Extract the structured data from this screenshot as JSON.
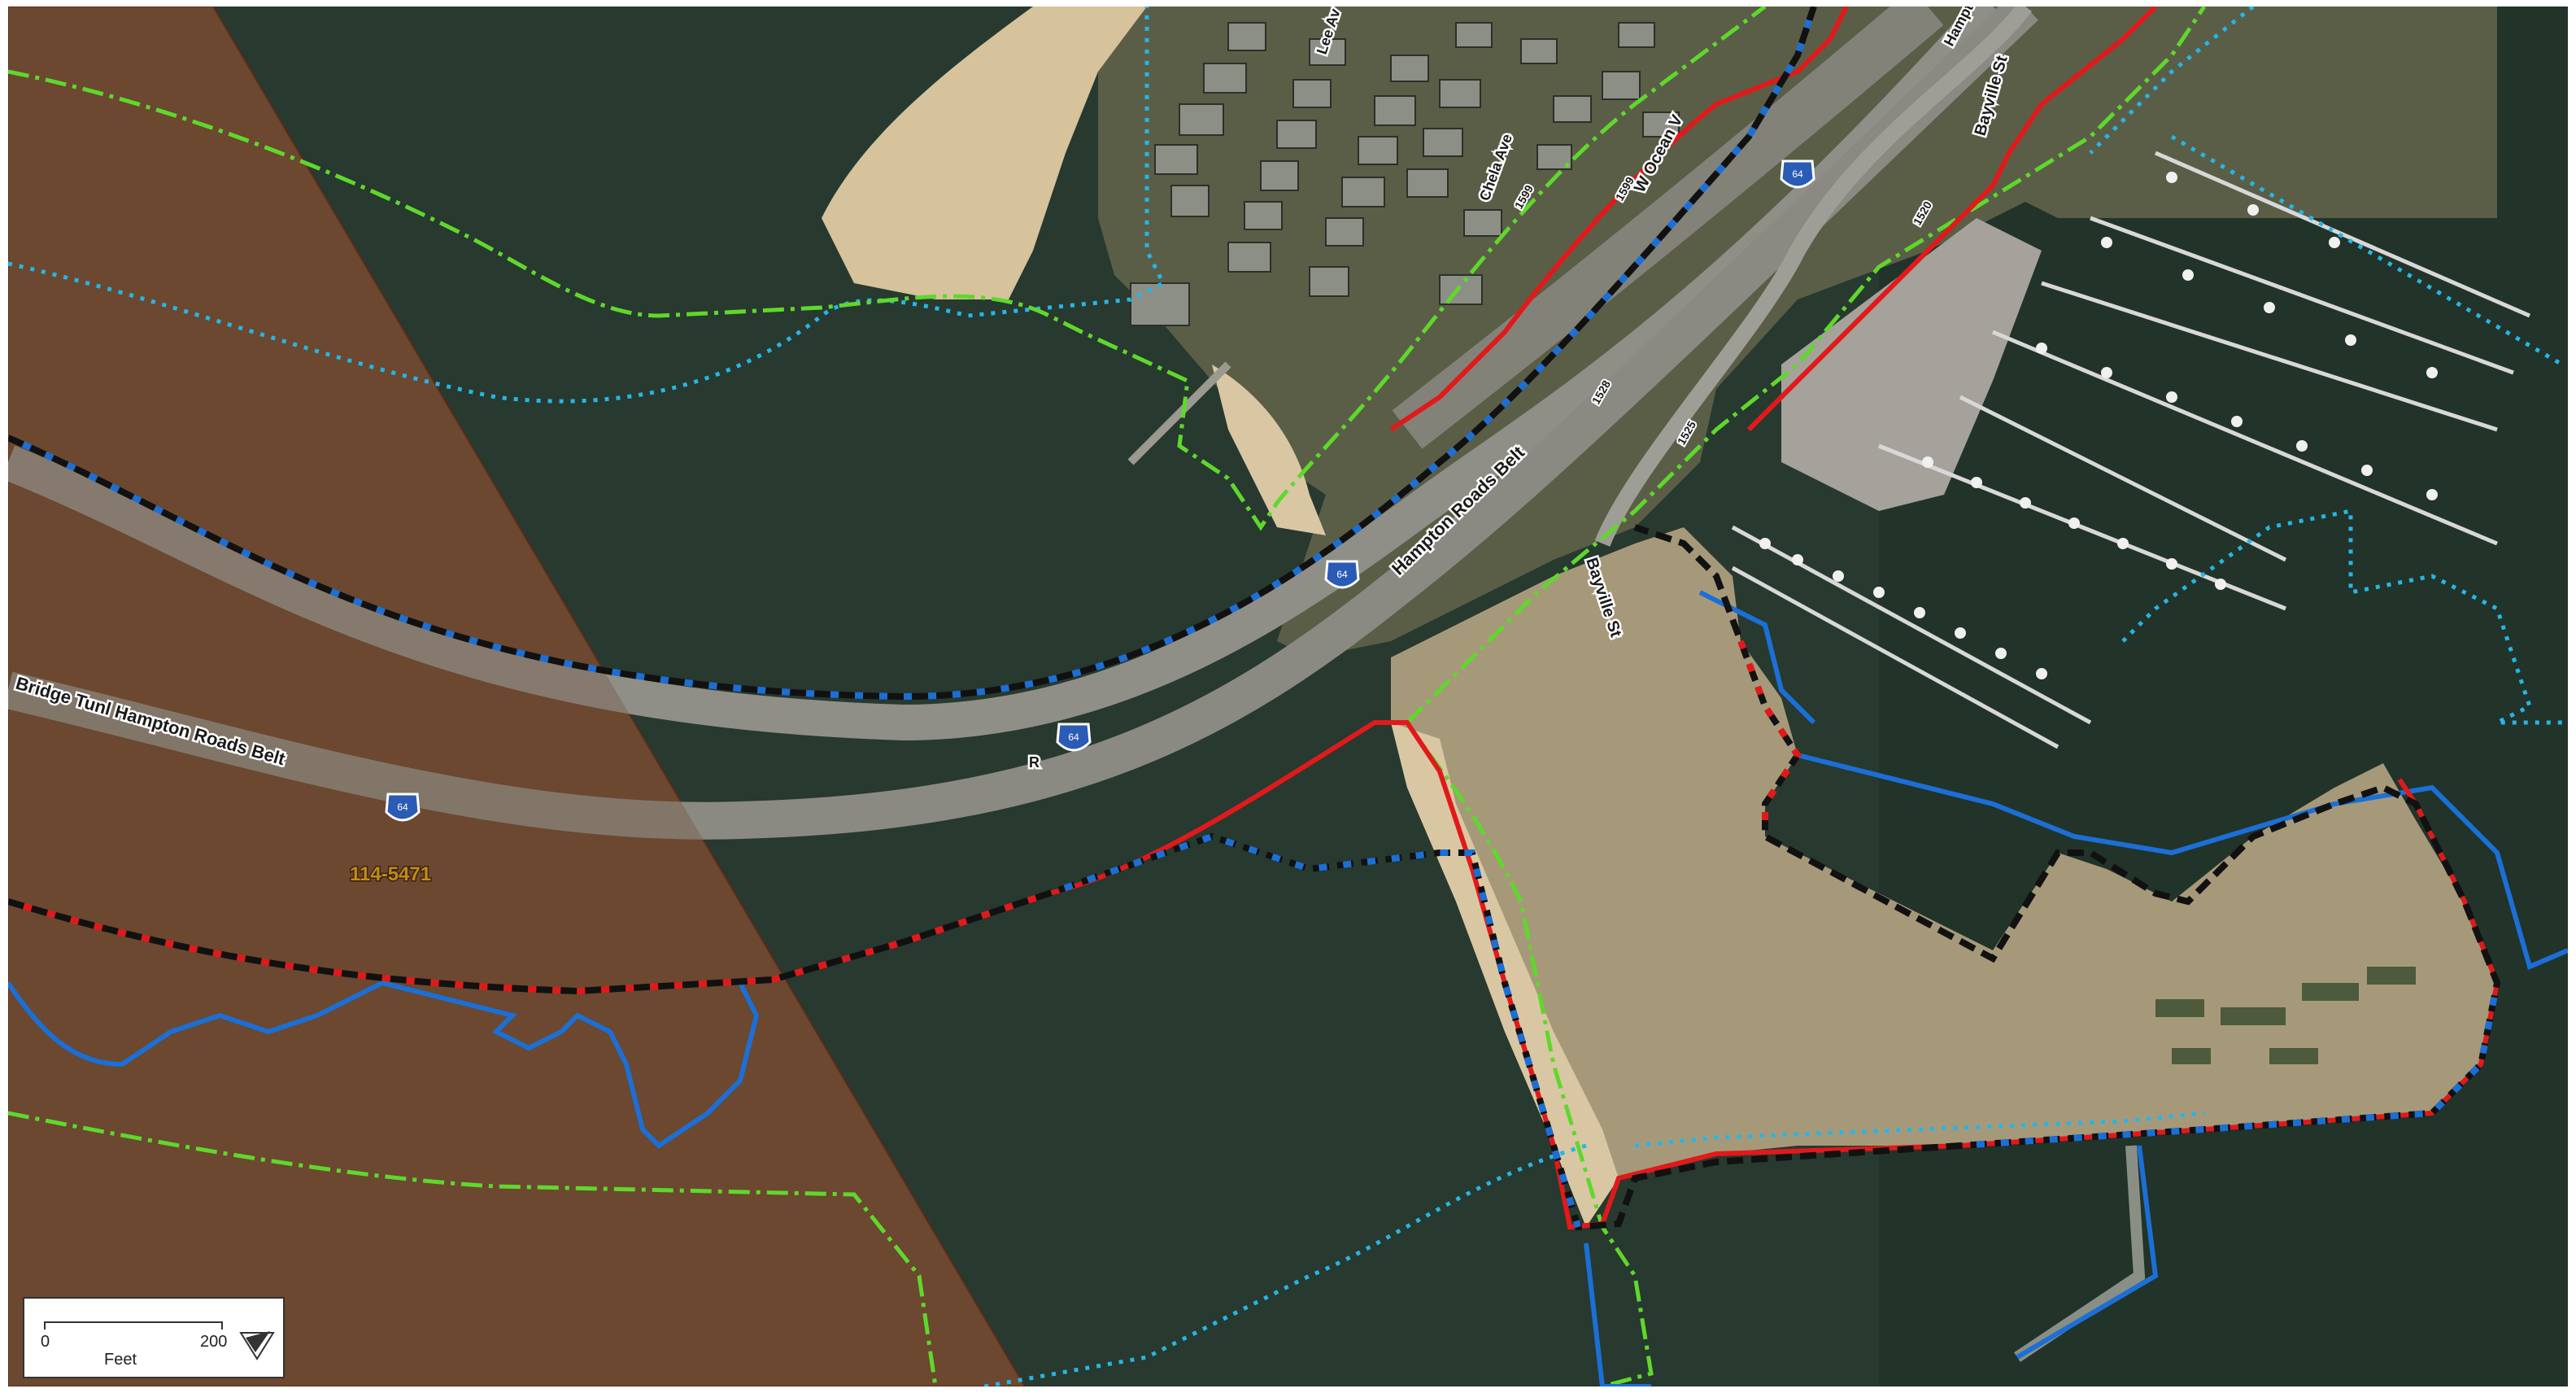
{
  "map": {
    "labels": {
      "bridge_tunnel": "Bridge  Tunl  Hampton  Roads  Belt",
      "hampton_roads_belt": "Hampton  Roads  Belt",
      "bayville_st_upper": "Bayville  St",
      "bayville_st_lower": "Bayville  St",
      "w_ocean_view": "W  Ocean  V",
      "chela_ave": "Chela  Ave",
      "lee_ave": "Lee  Av",
      "hampton_top": "Hampton",
      "zone_id": "114-5471",
      "route_1599": "1599",
      "route_1599b": "1599",
      "route_1525": "1525",
      "route_1520": "1520",
      "route_1528": "1528",
      "interstate_shield": "64",
      "bridge_fragment": "R"
    },
    "colors": {
      "water": "#28392f",
      "shaded_zone": "#7a5236",
      "land": "#a89c78",
      "beach": "#d9c7a3",
      "red_boundary": "#e2191b",
      "blue_line": "#1b6fd6",
      "cyan_dotted": "#25b6e6",
      "green_dashdot": "#5fd82c",
      "black_dashed": "#111111"
    }
  },
  "legend": {
    "scale_min": "0",
    "scale_max": "200",
    "scale_unit": "Feet",
    "north_arrow_icon": "north-arrow-icon"
  }
}
